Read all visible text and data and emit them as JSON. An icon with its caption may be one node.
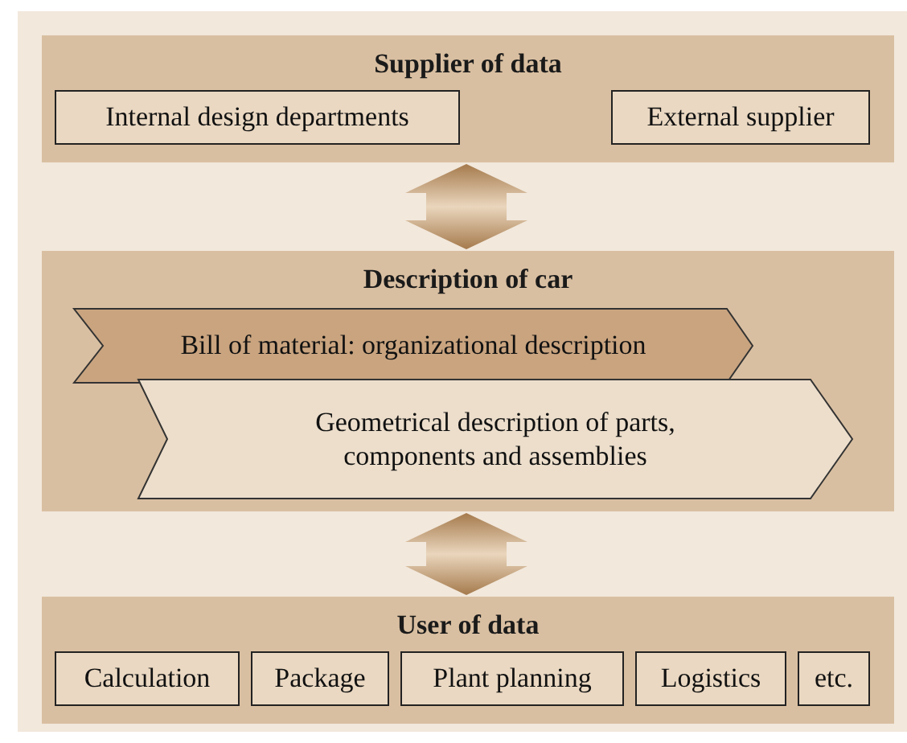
{
  "diagram": {
    "nodes": [
      {
        "text": [
          "Supplier of data"
        ]
      },
      {
        "text": [
          "Internal design departments"
        ],
        "in": 0
      },
      {
        "text": [
          "External supplier"
        ],
        "in": 0
      },
      {
        "text": [
          "Description of car"
        ]
      },
      {
        "text": [
          "Bill of material: organizational description"
        ],
        "in": 3
      },
      {
        "text": [
          "Geometrical description of parts, components and assemblies"
        ],
        "in": 3
      },
      {
        "text": [
          "User of data"
        ]
      },
      {
        "text": [
          "Calculation"
        ],
        "in": 6
      },
      {
        "text": [
          "Package"
        ],
        "in": 6
      },
      {
        "text": [
          "Plant planning"
        ],
        "in": 6
      },
      {
        "text": [
          "Logistics"
        ],
        "in": 6
      },
      {
        "text": [
          "etc."
        ],
        "in": 6
      }
    ],
    "edges": [
      {
        "from": 0,
        "to": 3,
        "arrow": "both",
        "style": "thick"
      },
      {
        "from": 3,
        "to": 6,
        "arrow": "both",
        "style": "thick"
      }
    ]
  }
}
